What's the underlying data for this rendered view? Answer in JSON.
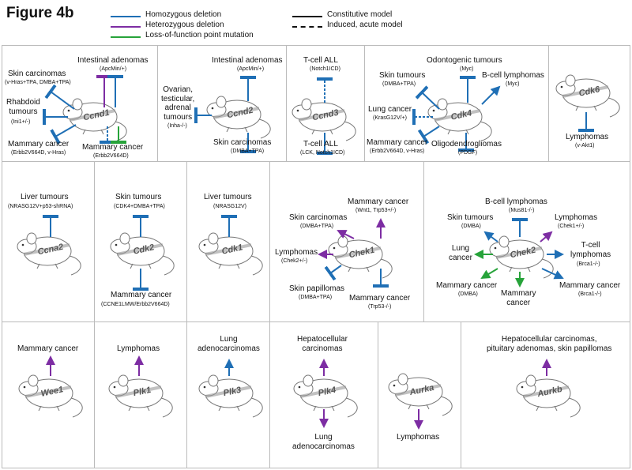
{
  "title": "Figure 4b",
  "colors": {
    "blue": "#1f6fb5",
    "purple": "#7d2da3",
    "green": "#27a33a",
    "black": "#111111"
  },
  "legend": {
    "homozygous": "Homozygous deletion",
    "heterozygous": "Heterozygous deletion",
    "lof": "Loss-of-function point mutation",
    "constitutive": "Constitutive model",
    "induced": "Induced, acute model"
  },
  "panels": {
    "ccnd1": {
      "gene": "Ccnd1",
      "intestinal": "Intestinal adenomas",
      "intestinal_sub": "(ApcMin/+)",
      "skin": "Skin carcinomas",
      "skin_sub": "(v-Hras+TPA, DMBA+TPA)",
      "rhabdoid": "Rhabdoid\ntumours",
      "rhabdoid_sub": "(Ini1+/-)",
      "mammary1": "Mammary cancer",
      "mammary1_sub": "(Erbb2V664D, v-Hras)",
      "mammary2": "Mammary cancer",
      "mammary2_sub": "(Erbb2V664D)"
    },
    "ccnd2": {
      "gene": "Ccnd2",
      "intestinal": "Intestinal adenomas",
      "intestinal_sub": "(ApcMin/+)",
      "ovarian": "Ovarian,\ntesticular,\nadrenal\ntumours",
      "ovarian_sub": "(Inha-/-)",
      "skin": "Skin carcinomas",
      "skin_sub": "(DMBA+TPA)"
    },
    "ccnd3": {
      "gene": "Ccnd3",
      "tall1": "T-cell ALL",
      "tall1_sub": "(Notch1ICD)",
      "tall2": "T-cell ALL",
      "tall2_sub": "(LCK, Notch1ICD)"
    },
    "cdk4": {
      "gene": "Cdk4",
      "odonto": "Odontogenic tumours",
      "odonto_sub": "(Myc)",
      "skin": "Skin tumours",
      "skin_sub": "(DMBA+TPA)",
      "bcell": "B-cell lymphomas",
      "bcell_sub": "(Myc)",
      "lung": "Lung cancer",
      "lung_sub": "(KrasG12V/+)",
      "mammary": "Mammary cancer",
      "mammary_sub": "(Erbb2V664D, v-Hras)",
      "oligo": "Oligodendrogliomas",
      "oligo_sub": "(PDGF)"
    },
    "cdk6": {
      "gene": "Cdk6",
      "lymph": "Lymphomas",
      "lymph_sub": "(v-Akt1)"
    },
    "ccna2": {
      "gene": "Ccna2",
      "liver": "Liver tumours",
      "liver_sub": "(NRASG12V+p53-shRNA)"
    },
    "cdk2": {
      "gene": "Cdk2",
      "skin": "Skin tumours",
      "skin_sub": "(CDK4+DMBA+TPA)",
      "mammary": "Mammary cancer",
      "mammary_sub": "(CCNE1LMW/Erbb2V664D)"
    },
    "cdk1": {
      "gene": "Cdk1",
      "liver": "Liver tumours",
      "liver_sub": "(NRASG12V)"
    },
    "chek1": {
      "gene": "Chek1",
      "mammary": "Mammary cancer",
      "mammary_sub": "(Wnt1, Trp53+/-)",
      "skin": "Skin carcinomas",
      "skin_sub": "(DMBA+TPA)",
      "lymph": "Lymphomas",
      "lymph_sub": "(Chek2+/-)",
      "pap": "Skin papillomas",
      "pap_sub": "(DMBA+TPA)",
      "mammary2": "Mammary cancer",
      "mammary2_sub": "(Trp53-/-)"
    },
    "chek2": {
      "gene": "Chek2",
      "bcell": "B-cell lymphomas",
      "bcell_sub": "(Mus81-/-)",
      "skin": "Skin tumours",
      "skin_sub": "(DMBA)",
      "lymph": "Lymphomas",
      "lymph_sub": "(Chek1+/-)",
      "lung": "Lung\ncancer",
      "tcell": "T-cell\nlymphomas",
      "tcell_sub": "(Brca1-/-)",
      "mammary1": "Mammary cancer",
      "mammary1_sub": "(DMBA)",
      "mammary2": "Mammary\ncancer",
      "mammary3": "Mammary cancer",
      "mammary3_sub": "(Brca1-/-)"
    },
    "wee1": {
      "gene": "Wee1",
      "mammary": "Mammary cancer"
    },
    "plk1": {
      "gene": "Plk1",
      "lymph": "Lymphomas"
    },
    "plk3": {
      "gene": "Plk3",
      "lung": "Lung\nadenocarcinomas"
    },
    "plk4": {
      "gene": "Plk4",
      "hcc": "Hepatocellular\ncarcinomas",
      "lung": "Lung\nadenocarcinomas"
    },
    "aurka": {
      "gene": "Aurka",
      "lymph": "Lymphomas"
    },
    "aurkb": {
      "gene": "Aurkb",
      "hcc": "Hepatocellular carcinomas,\npituitary adenomas, skin papillomas"
    }
  }
}
